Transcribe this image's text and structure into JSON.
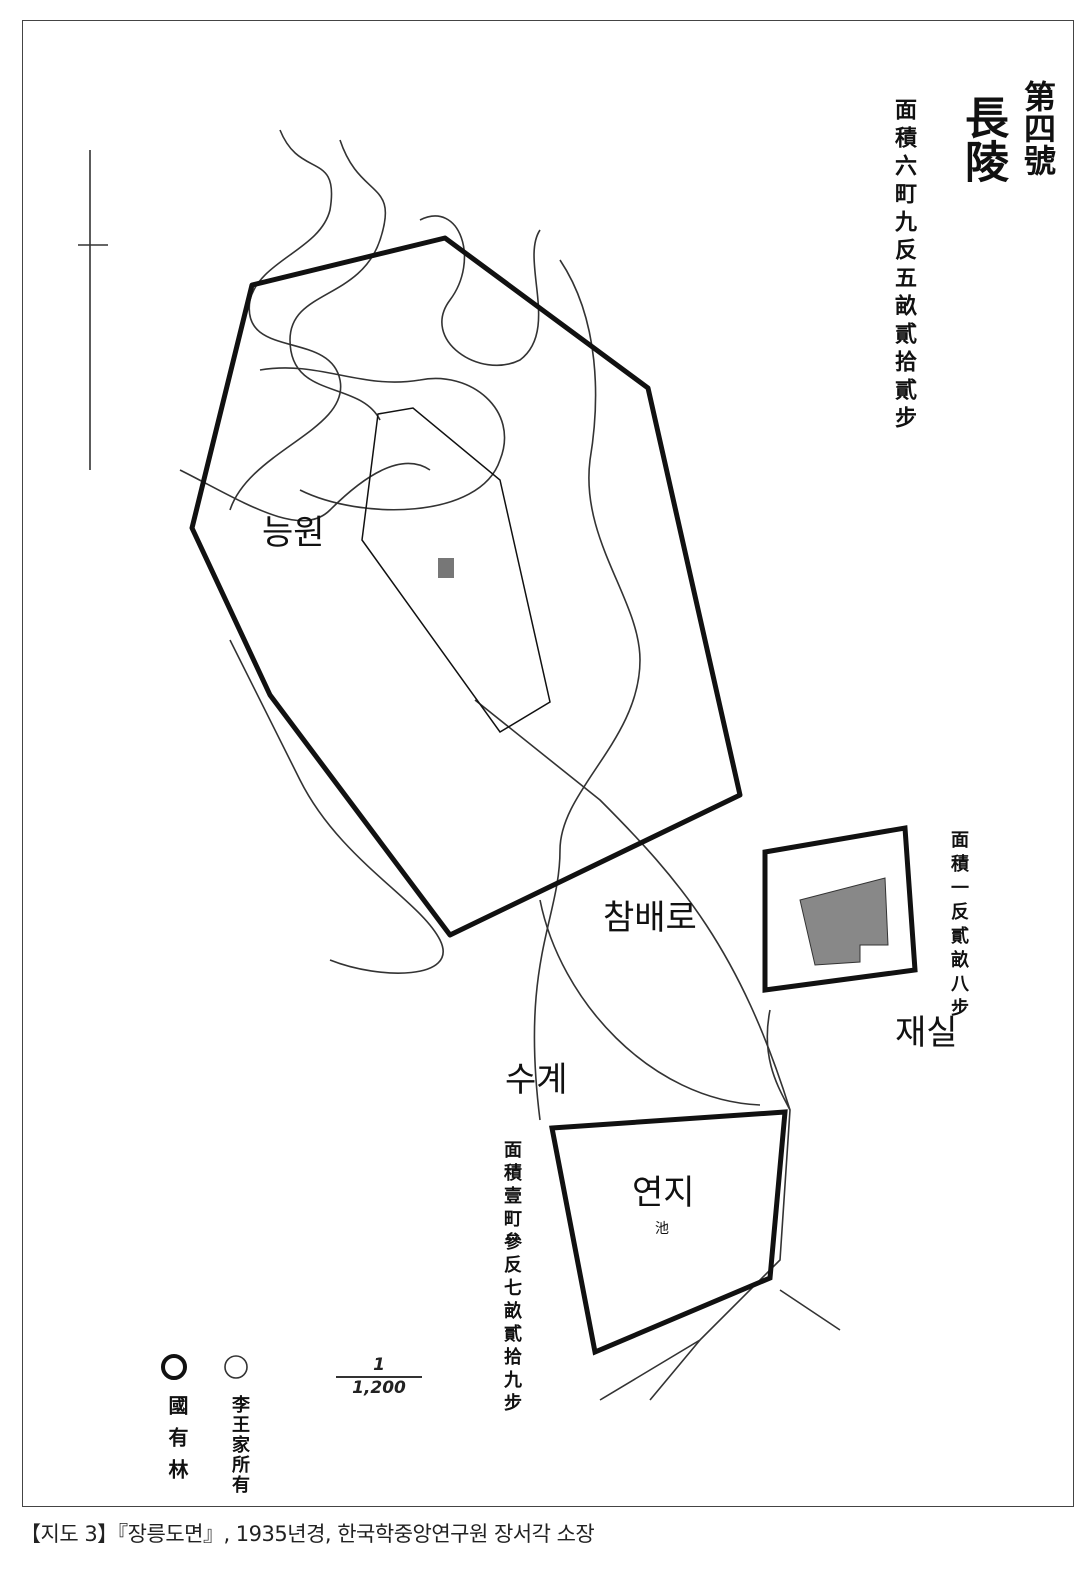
{
  "title": {
    "series": "第四號",
    "name": "長陵",
    "area": "面積六町九反五畝貳拾貳步"
  },
  "labels": {
    "tomb_area": "능원",
    "path": "참배로",
    "shrine": "재실",
    "stream": "수계",
    "pond": "연지",
    "pond_char": "池"
  },
  "pond_area": "面積壹町參反七畝貳拾九步",
  "shrine_area": "面積一反貳畝八步",
  "legend": {
    "items": [
      {
        "symbol": "thick-circle",
        "label": "國有林"
      },
      {
        "symbol": "thin-circle",
        "label": "李王家所有"
      }
    ]
  },
  "scale": {
    "numerator": "1",
    "denominator": "1,200"
  },
  "caption": "【지도 3】『장릉도면』, 1935년경, 한국학중앙연구원 장서각 소장"
}
